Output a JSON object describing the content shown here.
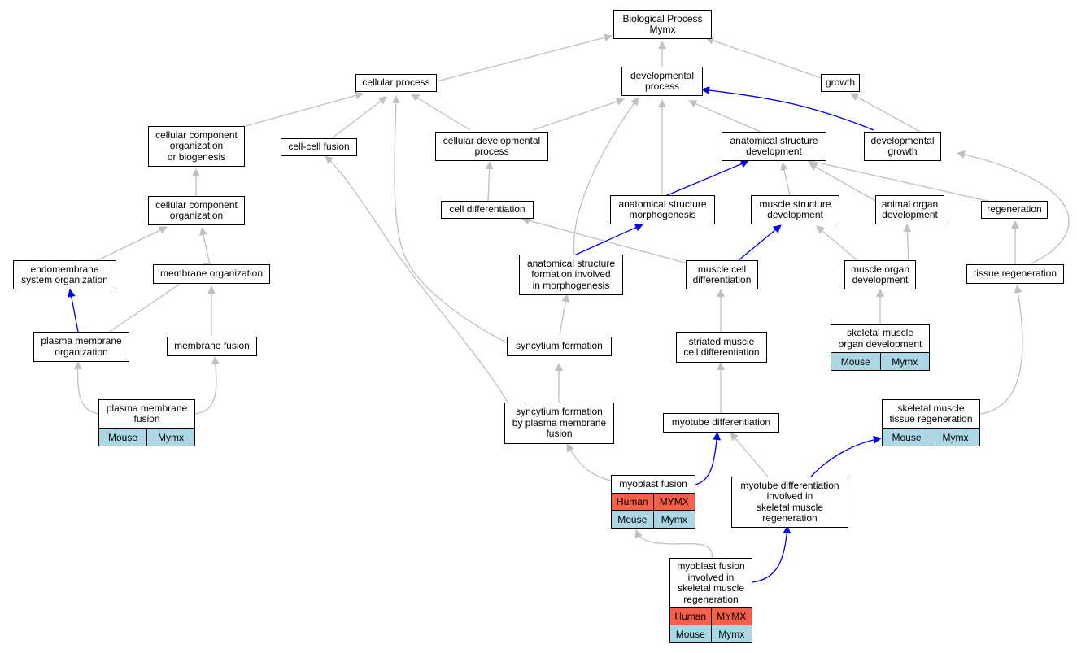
{
  "colors": {
    "edge_default": "#c0c0c0",
    "edge_highlight": "#0000ee",
    "human_cell": "#f4604a",
    "mouse_cell": "#acd8e6"
  },
  "nodes": {
    "bp_root": "Biological Process\nMymx",
    "cellular_process": "cellular process",
    "developmental_process": "developmental\nprocess",
    "growth": "growth",
    "ccob": "cellular component\norganization\nor biogenesis",
    "cell_cell_fusion": "cell-cell fusion",
    "cellular_developmental_process": "cellular developmental\nprocess",
    "anat_struct_dev": "anatomical structure\ndevelopment",
    "developmental_growth": "developmental\ngrowth",
    "cco": "cellular component\norganization",
    "cell_differentiation": "cell differentiation",
    "anat_struct_morph": "anatomical structure\nmorphogenesis",
    "muscle_struct_dev": "muscle structure\ndevelopment",
    "animal_organ_dev": "animal organ\ndevelopment",
    "regeneration": "regeneration",
    "endomembrane": "endomembrane\nsystem organization",
    "membrane_org": "membrane organization",
    "anat_formation": "anatomical structure\nformation involved\nin morphogenesis",
    "muscle_cell_diff": "muscle cell\ndifferentiation",
    "muscle_organ_dev": "muscle organ\ndevelopment",
    "tissue_regeneration": "tissue regeneration",
    "plasma_membrane_org": "plasma membrane\norganization",
    "membrane_fusion": "membrane fusion",
    "syncytium_formation": "syncytium formation",
    "striated_muscle": "striated muscle\ncell differentiation",
    "skeletal_muscle_organ": "skeletal muscle\norgan development",
    "plasma_membrane_fusion": "plasma membrane\nfusion",
    "syncytium_pm_fusion": "syncytium formation\nby plasma membrane\nfusion",
    "myotube_diff": "myotube differentiation",
    "skeletal_tissue_regen": "skeletal muscle\ntissue regeneration",
    "myoblast_fusion": "myoblast fusion",
    "myotube_diff_regen": "myotube differentiation\ninvolved in\nskeletal muscle\nregeneration",
    "myoblast_fusion_regen": "myoblast fusion\ninvolved in\nskeletal muscle\nregeneration"
  },
  "annotations": {
    "human_species": "Human",
    "human_gene": "MYMX",
    "mouse_species": "Mouse",
    "mouse_gene": "Mymx"
  }
}
